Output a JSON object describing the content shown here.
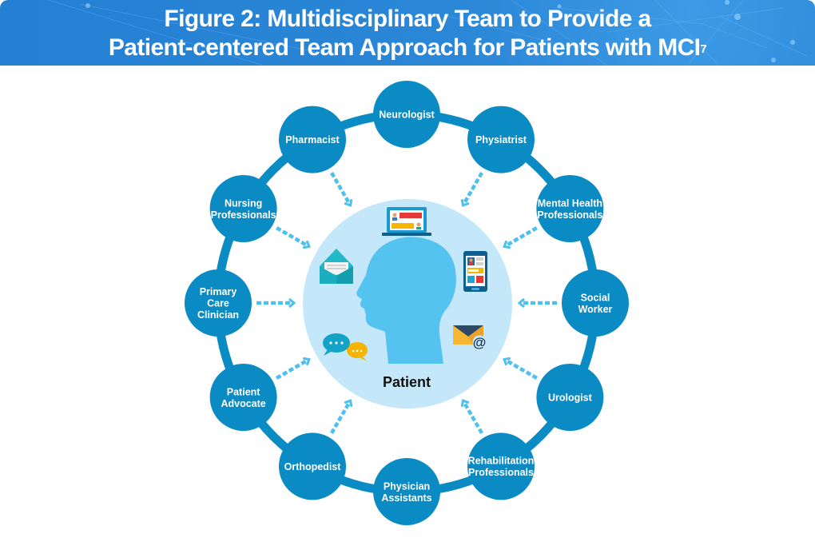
{
  "header": {
    "title_line1": "Figure 2: Multidisciplinary Team to Provide a",
    "title_line2": "Patient-centered Team Approach for Patients with MCI",
    "title_superscript": "7"
  },
  "colors": {
    "header_blue": "#2480d3",
    "node_blue": "#0a8bc4",
    "ring_blue": "#0a8bc4",
    "center_fill": "#c4e8f9",
    "head_fill": "#55c3ef",
    "arrow_blue": "#4cc0ee"
  },
  "center": {
    "label": "Patient",
    "icons": [
      "laptop-chat-icon",
      "envelope-icon",
      "smartphone-icon",
      "chat-bubbles-icon",
      "email-at-icon",
      "head-silhouette-icon"
    ]
  },
  "nodes": [
    {
      "id": "neurologist",
      "lines": [
        "Neurologist"
      ]
    },
    {
      "id": "physiatrist",
      "lines": [
        "Physiatrist"
      ]
    },
    {
      "id": "mental-health-professionals",
      "lines": [
        "Mental Health",
        "Professionals"
      ]
    },
    {
      "id": "social-worker",
      "lines": [
        "Social",
        "Worker"
      ]
    },
    {
      "id": "urologist",
      "lines": [
        "Urologist"
      ]
    },
    {
      "id": "rehabilitation-professionals",
      "lines": [
        "Rehabilitation",
        "Professionals"
      ]
    },
    {
      "id": "physician-assistants",
      "lines": [
        "Physician",
        "Assistants"
      ]
    },
    {
      "id": "orthopedist",
      "lines": [
        "Orthopedist"
      ]
    },
    {
      "id": "patient-advocate",
      "lines": [
        "Patient",
        "Advocate"
      ]
    },
    {
      "id": "primary-care-clinician",
      "lines": [
        "Primary",
        "Care",
        "Clinician"
      ]
    },
    {
      "id": "nursing-professionals",
      "lines": [
        "Nursing",
        "Professionals"
      ]
    },
    {
      "id": "pharmacist",
      "lines": [
        "Pharmacist"
      ]
    }
  ],
  "arrows_to_patient_from": [
    "pharmacist",
    "physiatrist",
    "nursing-professionals",
    "mental-health-professionals",
    "primary-care-clinician",
    "social-worker",
    "patient-advocate",
    "urologist",
    "orthopedist",
    "rehabilitation-professionals"
  ]
}
